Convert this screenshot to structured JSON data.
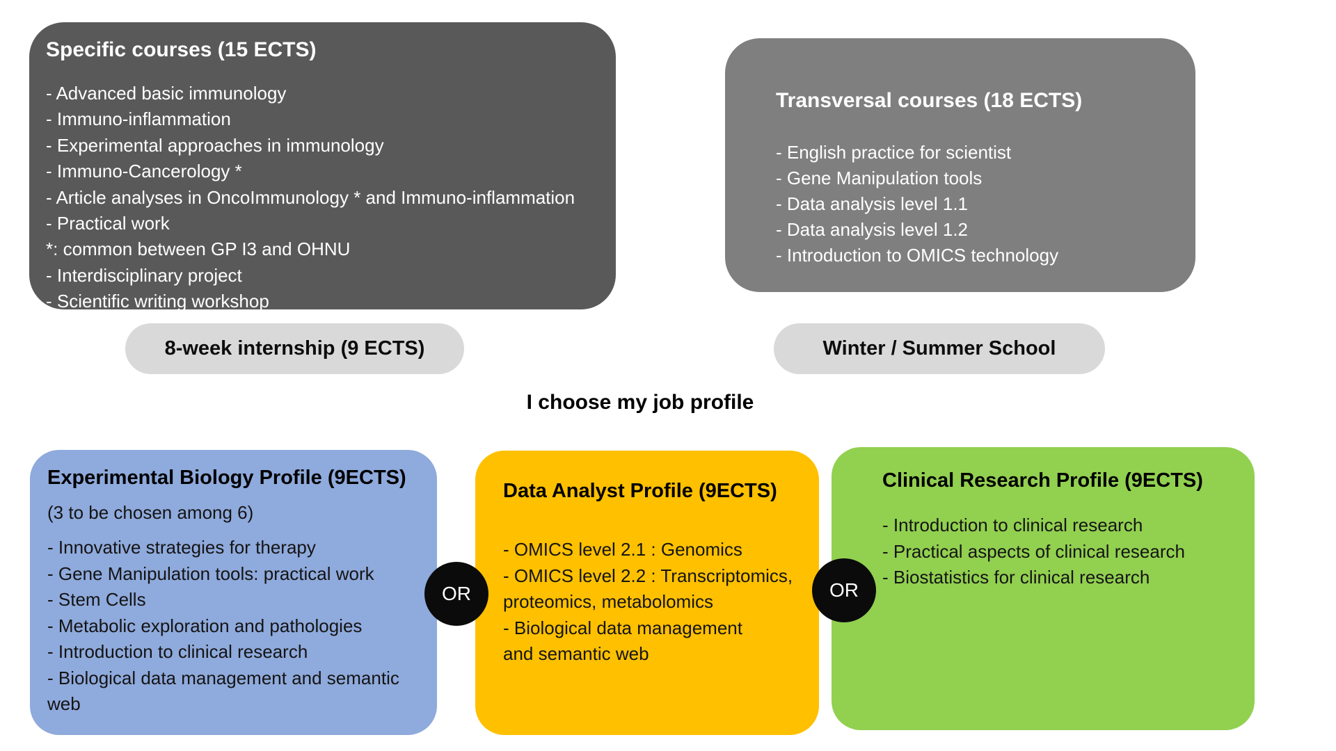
{
  "diagram": {
    "specific_box": {
      "title": "Specific courses (15 ECTS)",
      "items": [
        "- Advanced basic immunology",
        "- Immuno-inflammation",
        "- Experimental approaches in immunology",
        "- Immuno-Cancerology *",
        "- Article analyses in OncoImmunology * and Immuno-inflammation",
        "- Practical work",
        "*: common between GP I3 and OHNU",
        "- Interdisciplinary project",
        "- Scientific writing workshop"
      ]
    },
    "transversal_box": {
      "title": "Transversal courses (18 ECTS)",
      "items": [
        "- English practice for scientist",
        "- Gene Manipulation tools",
        "- Data analysis level 1.1",
        "- Data analysis level 1.2",
        "- Introduction to OMICS technology"
      ]
    },
    "internship_pill": {
      "label": "8-week internship (9 ECTS)"
    },
    "school_pill": {
      "label": "Winter / Summer School"
    },
    "job_profile_heading": "I choose my job profile",
    "or_separator": "OR",
    "profiles": {
      "experimental": {
        "title": "Experimental Biology Profile (9ECTS)",
        "subtitle": "(3 to be chosen among 6)",
        "lines": [
          "- Innovative strategies for therapy",
          "- Gene Manipulation tools: practical work",
          "- Stem Cells",
          "- Metabolic exploration and pathologies",
          "- Introduction to clinical research",
          "- Biological data management and semantic",
          "web"
        ]
      },
      "data_analyst": {
        "title": "Data Analyst Profile (9ECTS)",
        "lines": [
          "- OMICS level 2.1 : Genomics",
          "- OMICS level 2.2 : Transcriptomics,",
          "proteomics, metabolomics",
          "- Biological data management",
          "and semantic web"
        ]
      },
      "clinical": {
        "title": "Clinical Research Profile (9ECTS)",
        "lines": [
          "- Introduction to clinical research",
          "- Practical aspects of clinical research",
          "- Biostatistics for clinical research"
        ]
      }
    },
    "colors": {
      "specific_box_bg": "#595959",
      "transversal_box_bg": "#7f7f7f",
      "pill_bg": "#d9d9d9",
      "experimental_bg": "#8faadc",
      "data_analyst_bg": "#ffc000",
      "clinical_bg": "#92d050",
      "or_circle_bg": "#0b0b0b"
    }
  }
}
